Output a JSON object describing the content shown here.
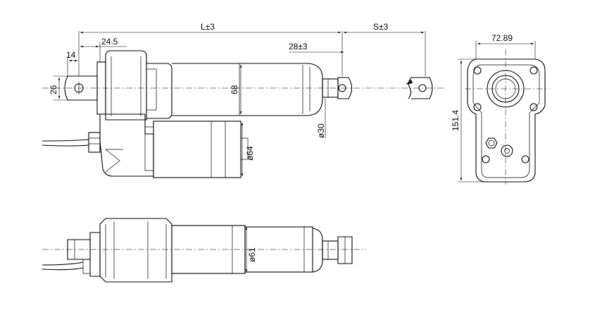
{
  "dimensions": {
    "stroke_length": "L±3",
    "extension": "S±3",
    "clevis_offset": "24.5",
    "clevis_width": "14",
    "clevis_height": "26",
    "rod_end_offset": "28±3",
    "housing_height": "68",
    "rod_diameter": "ø30",
    "motor_diameter": "ø64",
    "tube_diameter": "ø61",
    "gearbox_width": "72.89",
    "gearbox_height": "151.4"
  }
}
